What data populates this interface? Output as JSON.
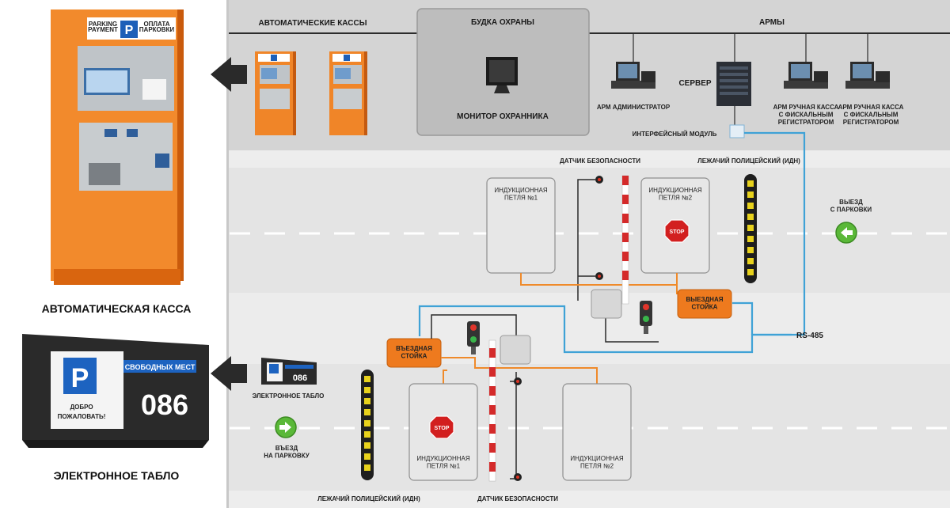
{
  "left_panel": {
    "kiosk_header_en": "PARKING\nPAYMENT",
    "kiosk_header_ru": "ОПЛАТА\nПАРКОВКИ",
    "kiosk_caption": "АВТОМАТИЧЕСКАЯ КАССА",
    "board_caption": "ЭЛЕКТРОННОЕ ТАБЛО",
    "board_free": "СВОБОДНЫХ МЕСТ",
    "board_count": "086",
    "board_welcome": "ДОБРО\nПОЖАЛОВАТЬ!",
    "p_letter": "P"
  },
  "top": {
    "kiosks_label": "АВТОМАТИЧЕСКИЕ КАССЫ",
    "guard_booth_label": "БУДКА ОХРАНЫ",
    "guard_monitor_label": "МОНИТОР ОХРАННИКА",
    "workstations_label": "АРМЫ",
    "server_label": "СЕРВЕР",
    "admin_label": "АРМ АДМИНИСТРАТОР",
    "manual_cash_1": "АРМ РУЧНАЯ КАССА\nС ФИСКАЛЬНЫМ\nРЕГИСТРАТОРОМ",
    "manual_cash_2": "АРМ РУЧНАЯ КАССА\nС ФИСКАЛЬНЫМ\nРЕГИСТРАТОРОМ",
    "interface_module": "ИНТЕРФЕЙСНЫЙ МОДУЛЬ"
  },
  "upper_lane": {
    "safety_sensor": "ДАТЧИК БЕЗОПАСНОСТИ",
    "speed_bump": "ЛЕЖАЧИЙ ПОЛИЦЕЙСКИЙ (ИДН)",
    "loop_1": "ИНДУКЦИОННАЯ\nПЕТЛЯ №1",
    "loop_2": "ИНДУКЦИОННАЯ\nПЕТЛЯ №2",
    "exit_stand": "ВЫЕЗДНАЯ\nСТОЙКА",
    "exit_label": "ВЫЕЗД\nС ПАРКОВКИ",
    "stop": "STOP"
  },
  "lower_lane": {
    "entry_stand": "ВЪЕЗДНАЯ\nСТОЙКА",
    "board_label": "ЭЛЕКТРОННОЕ ТАБЛО",
    "entry_label": "ВЪЕЗД\nНА ПАРКОВКУ",
    "loop_1": "ИНДУКЦИОННАЯ\nПЕТЛЯ №1",
    "loop_2": "ИНДУКЦИОННАЯ\nПЕТЛЯ №2",
    "speed_bump": "ЛЕЖАЧИЙ ПОЛИЦЕЙСКИЙ (ИДН)",
    "safety_sensor": "ДАТЧИК БЕЗОПАСНОСТИ",
    "stop": "STOP",
    "mini_board_count": "086"
  },
  "bus": {
    "rs485": "RS-485"
  },
  "colors": {
    "orange": "#ee7a1e",
    "blue_line": "#3fa2d6",
    "orange_line": "#ef8a2a",
    "road": "#e6e6e6",
    "dark_panel": "#2b2b2b"
  }
}
